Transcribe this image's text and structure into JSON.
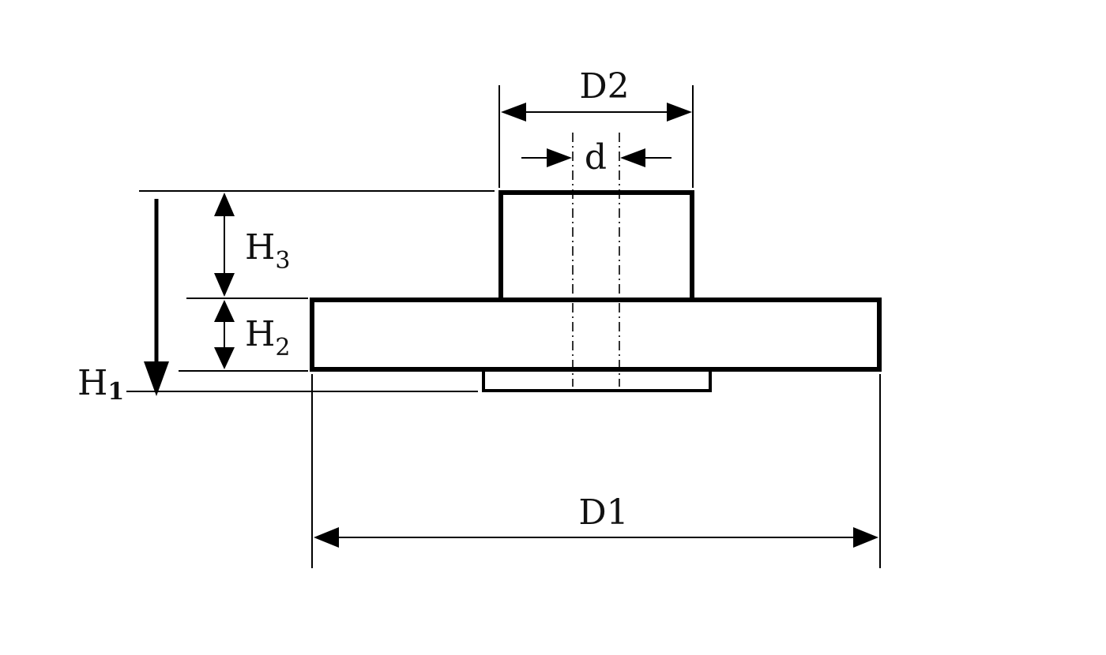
{
  "labels": {
    "D2": "D2",
    "d": "d",
    "D1": "D1",
    "H1_main": "H",
    "H1_sub": "1",
    "H2_main": "H",
    "H2_sub": "2",
    "H3_main": "H",
    "H3_sub": "3"
  }
}
